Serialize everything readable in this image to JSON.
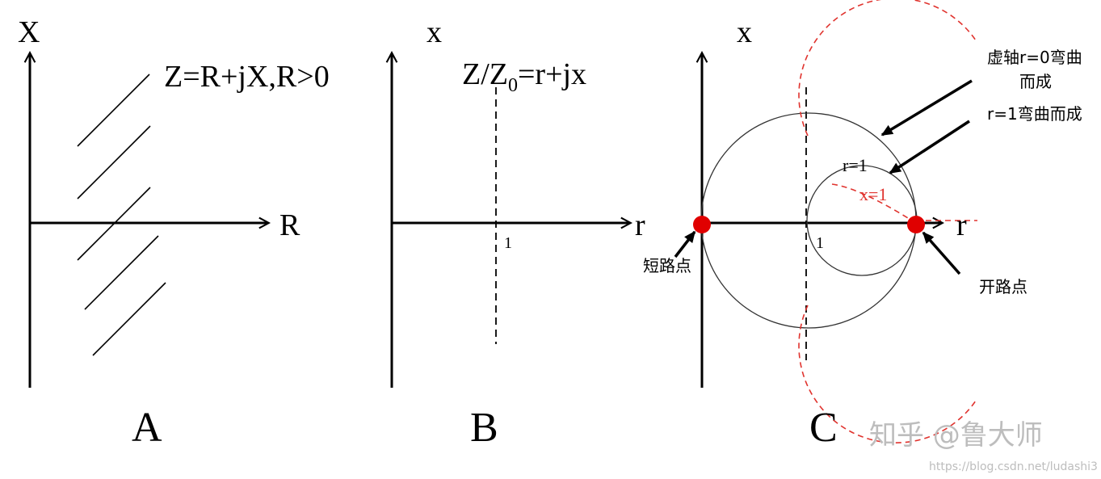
{
  "panel_a": {
    "x_axis": "R",
    "y_axis": "X",
    "equation": "Z=R+jX,R>0",
    "caption": "A"
  },
  "panel_b": {
    "x_axis": "r",
    "y_axis": "x",
    "equation_prefix": "Z/Z",
    "equation_sub": "0",
    "equation_suffix": "=r+jx",
    "tick_one": "1",
    "caption": "B"
  },
  "panel_c": {
    "x_axis": "r",
    "y_axis": "x",
    "tick_one": "1",
    "label_r1": "r=1",
    "label_x1": "x=1",
    "note_imag_line1": "虚轴r=0弯曲",
    "note_imag_line2": "而成",
    "note_r1_curve": "r=1弯曲而成",
    "short_point": "短路点",
    "open_point": "开路点",
    "caption": "C"
  },
  "watermark": {
    "brand": "知乎 @鲁大师",
    "url": "https://blog.csdn.net/ludashi3"
  },
  "colors": {
    "axis": "#000000",
    "dashed_red": "#e0332e",
    "point_red": "#e00000",
    "circle": "#333333",
    "watermark": "#bdbdbd"
  }
}
